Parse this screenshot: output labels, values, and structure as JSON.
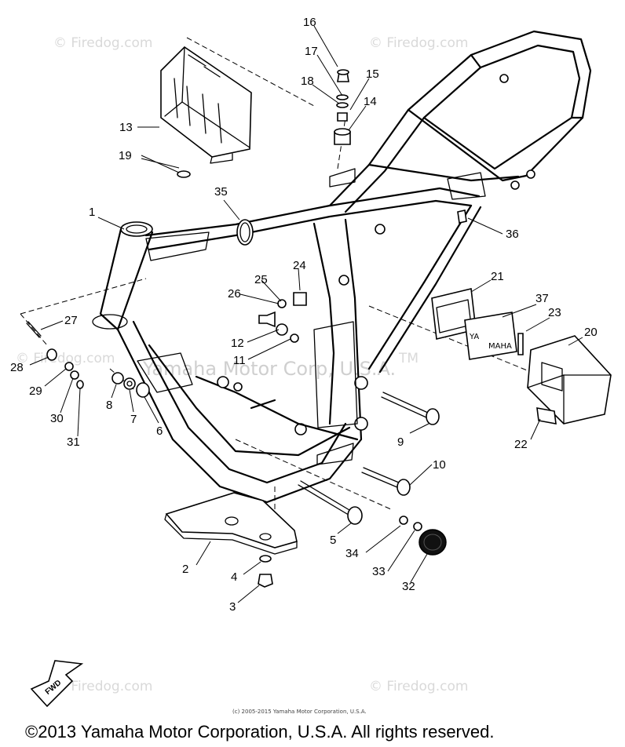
{
  "watermarks": {
    "site": "© Firedog.com",
    "center": "Yamaha Motor Corp, U.S.A.",
    "tm": "TM"
  },
  "fwd_label": "FWD",
  "fine_print": "(c) 2005-2015 Yamaha Motor Corporation, U.S.A.",
  "copyright": "©2013 Yamaha Motor Corporation, U.S.A. All rights reserved.",
  "callouts": {
    "c1": "1",
    "c2": "2",
    "c3": "3",
    "c4": "4",
    "c5": "5",
    "c6": "6",
    "c7": "7",
    "c8": "8",
    "c9": "9",
    "c10": "10",
    "c11": "11",
    "c12": "12",
    "c13": "13",
    "c14": "14",
    "c15": "15",
    "c16": "16",
    "c17": "17",
    "c18": "18",
    "c19": "19",
    "c20": "20",
    "c21": "21",
    "c22": "22",
    "c23": "23",
    "c24": "24",
    "c25": "25",
    "c26": "26",
    "c27": "27",
    "c28": "28",
    "c29": "29",
    "c30": "30",
    "c31": "31",
    "c32": "32",
    "c33": "33",
    "c34": "34",
    "c35": "35",
    "c36": "36",
    "c37": "37"
  }
}
